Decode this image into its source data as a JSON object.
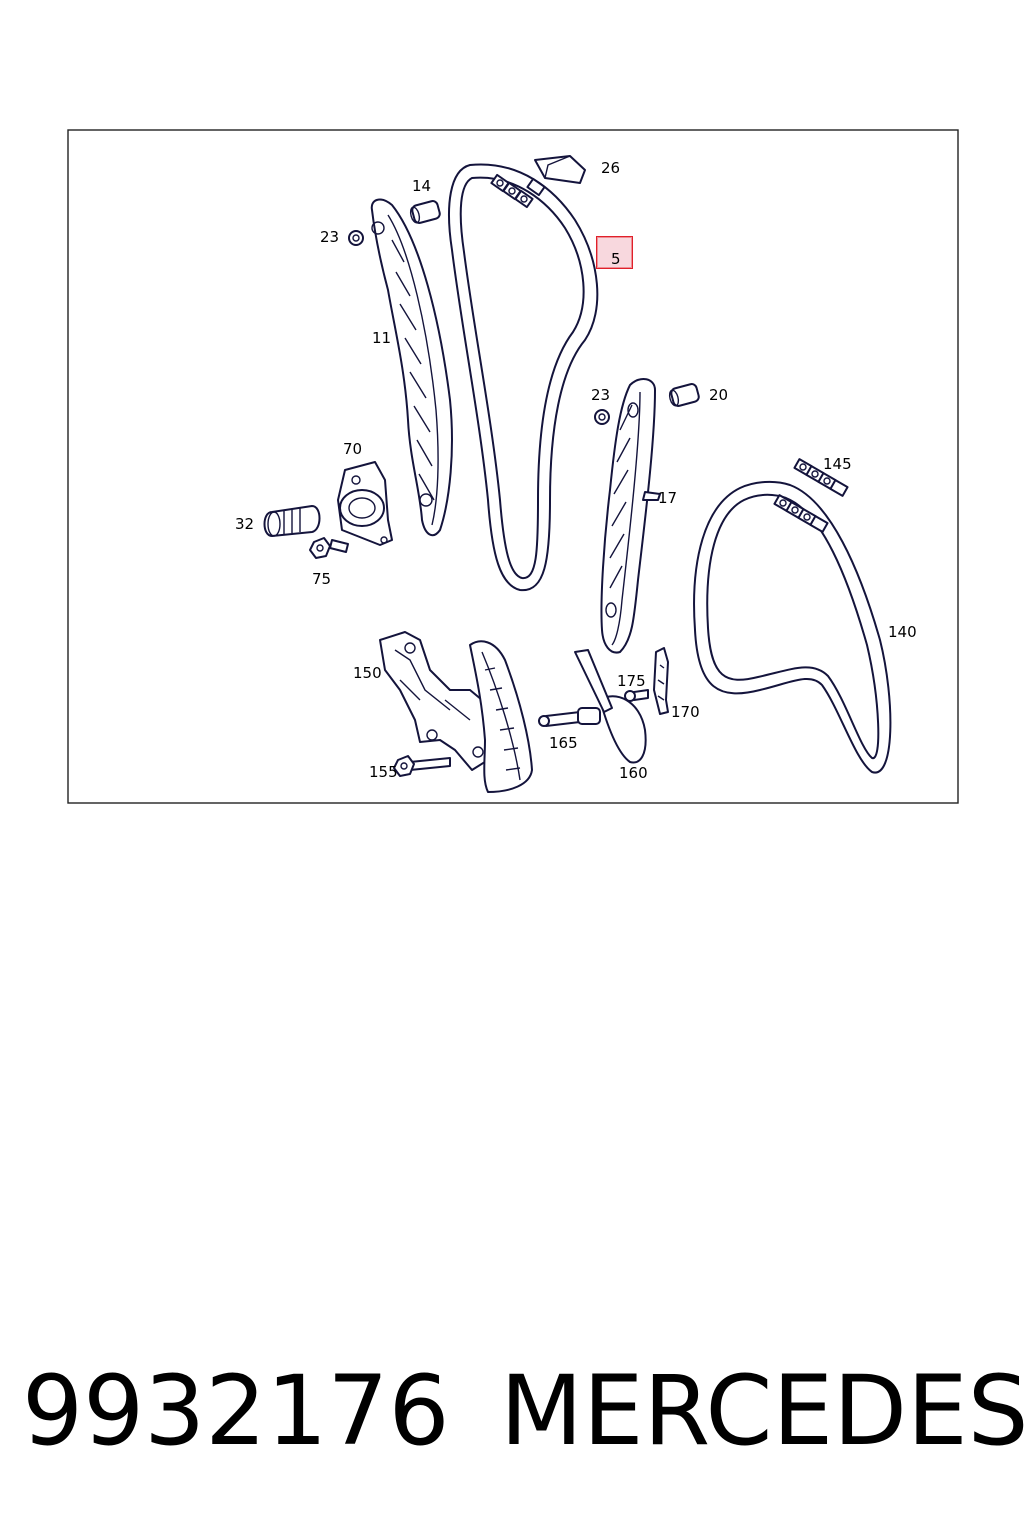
{
  "callouts": {
    "p5": "5",
    "p11": "11",
    "p14": "14",
    "p17": "17",
    "p20": "20",
    "p23a": "23",
    "p23b": "23",
    "p26": "26",
    "p32": "32",
    "p70": "70",
    "p75": "75",
    "p140": "140",
    "p145": "145",
    "p150": "150",
    "p155": "155",
    "p160": "160",
    "p165": "165",
    "p170": "170",
    "p175": "175"
  },
  "highlight_color": "#e0202a",
  "highlight_fill": "#f8d8de",
  "footer": {
    "part_number": "9932176",
    "brand": "MERCEDES"
  }
}
